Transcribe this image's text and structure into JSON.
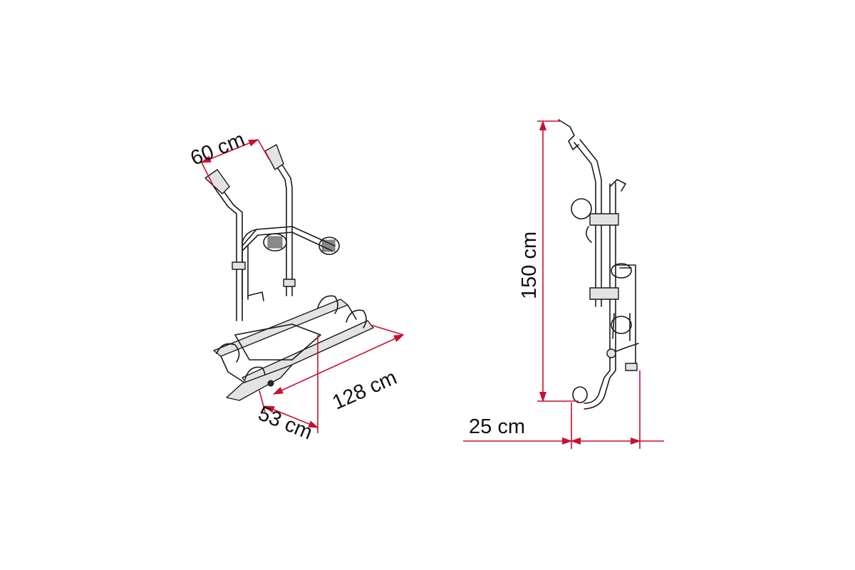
{
  "accent_color": "#c8102e",
  "line_color": "#1a1a1a",
  "front_view": {
    "width_top_label": "60 cm",
    "length_label": "128 cm",
    "depth_label": "53 cm"
  },
  "side_view": {
    "height_label": "150 cm",
    "offset_label": "25 cm"
  }
}
